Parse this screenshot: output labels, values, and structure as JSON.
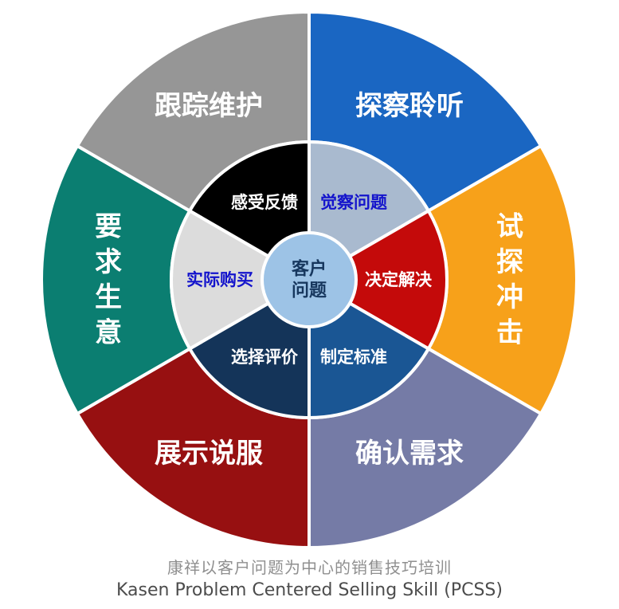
{
  "background_color": "#FFFFFF",
  "diagram": {
    "divider_color": "#FFFFFF",
    "center": {
      "name": "customer-problem",
      "label_lines": [
        "客户",
        "问题"
      ],
      "color": "#9DC3E6",
      "text_color": "#17375E"
    },
    "outer_ring": [
      {
        "name": "probe-listen",
        "label": "探察聆听",
        "color": "#1A66C2",
        "text_color": "#FFFFFF",
        "orientation": "horizontal"
      },
      {
        "name": "test-impact",
        "label": "试探冲击",
        "color": "#F7A11A",
        "text_color": "#FFFFFF",
        "orientation": "vertical"
      },
      {
        "name": "confirm-needs",
        "label": "确认需求",
        "color": "#757BA6",
        "text_color": "#FFFFFF",
        "orientation": "horizontal"
      },
      {
        "name": "present-persuade",
        "label": "展示说服",
        "color": "#971011",
        "text_color": "#FFFFFF",
        "orientation": "horizontal"
      },
      {
        "name": "ask-for-business",
        "label": "要求生意",
        "color": "#0B7E71",
        "text_color": "#FFFFFF",
        "orientation": "vertical"
      },
      {
        "name": "follow-up-maintain",
        "label": "跟踪维护",
        "color": "#969696",
        "text_color": "#FFFFFF",
        "orientation": "horizontal"
      }
    ],
    "inner_ring": [
      {
        "name": "aware-problem",
        "label": "觉察问题",
        "color": "#A9BACF",
        "text_color": "#1414CC",
        "orientation": "horizontal"
      },
      {
        "name": "decide-solve",
        "label": "决定解决",
        "color": "#C40A0A",
        "text_color": "#FFFFFF",
        "orientation": "horizontal"
      },
      {
        "name": "set-criteria",
        "label": "制定标准",
        "color": "#1A5694",
        "text_color": "#FFFFFF",
        "orientation": "horizontal"
      },
      {
        "name": "evaluate-options",
        "label": "选择评价",
        "color": "#143459",
        "text_color": "#FFFFFF",
        "orientation": "horizontal"
      },
      {
        "name": "actual-purchase",
        "label": "实际购买",
        "color": "#DCDCDC",
        "text_color": "#1414CC",
        "orientation": "horizontal"
      },
      {
        "name": "feel-feedback",
        "label": "感受反馈",
        "color": "#000000",
        "text_color": "#FFFFFF",
        "orientation": "horizontal"
      }
    ]
  },
  "captions": {
    "chinese": "康祥以客户问题为中心的销售技巧培训",
    "english": "Kasen Problem Centered Selling Skill (PCSS)"
  }
}
